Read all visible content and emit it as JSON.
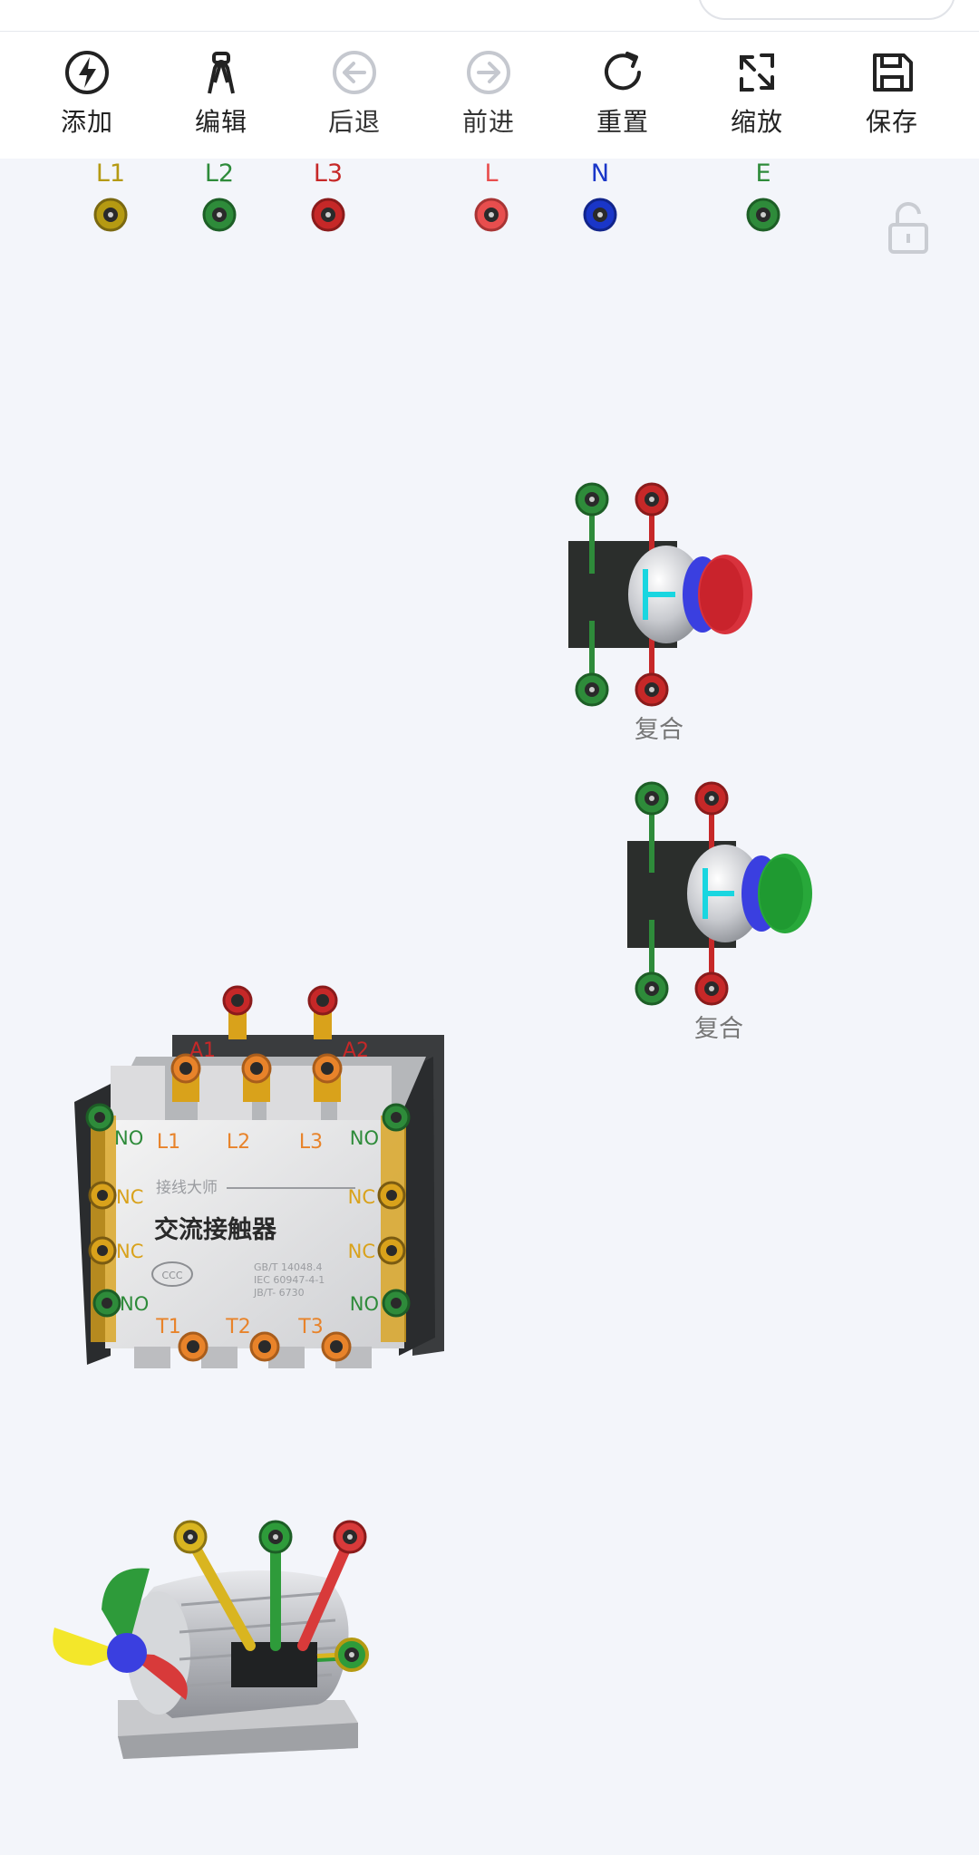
{
  "toolbar": {
    "items": [
      {
        "id": "add",
        "label": "添加",
        "icon": "lightning-icon"
      },
      {
        "id": "edit",
        "label": "编辑",
        "icon": "wiring-icon"
      },
      {
        "id": "back",
        "label": "后退",
        "icon": "arrow-left-circle-icon"
      },
      {
        "id": "forward",
        "label": "前进",
        "icon": "arrow-right-circle-icon"
      },
      {
        "id": "reset",
        "label": "重置",
        "icon": "refresh-icon"
      },
      {
        "id": "zoom",
        "label": "缩放",
        "icon": "expand-icon"
      },
      {
        "id": "save",
        "label": "保存",
        "icon": "floppy-disk-icon"
      }
    ]
  },
  "power_terminals": [
    {
      "label": "L1",
      "color": "#b59a12"
    },
    {
      "label": "L2",
      "color": "#2e8b3a"
    },
    {
      "label": "L3",
      "color": "#c62828"
    },
    {
      "label": "L",
      "color": "#e84e4e"
    },
    {
      "label": "N",
      "color": "#1a36c8"
    },
    {
      "label": "E",
      "color": "#2e8b3a"
    }
  ],
  "buttons": {
    "red_button_label": "复合",
    "green_button_label": "复合"
  },
  "contactor": {
    "coil_a1": "A1",
    "coil_a2": "A2",
    "brand": "接线大师",
    "title": "交流接触器",
    "cert": "CCC",
    "standards": [
      "GB/T 14048.4",
      "IEC 60947-4-1",
      "JB/T- 6730"
    ],
    "top_labels": [
      "L1",
      "L2",
      "L3"
    ],
    "bottom_labels": [
      "T1",
      "T2",
      "T3"
    ],
    "side_left": [
      "NO",
      "NC",
      "NC",
      "NO"
    ],
    "side_right": [
      "NO",
      "NC",
      "NC",
      "NO"
    ]
  },
  "colors": {
    "accent_orange": "#e8832a",
    "accent_green": "#2e8b3a",
    "cyan_contact": "#19d6e0"
  }
}
